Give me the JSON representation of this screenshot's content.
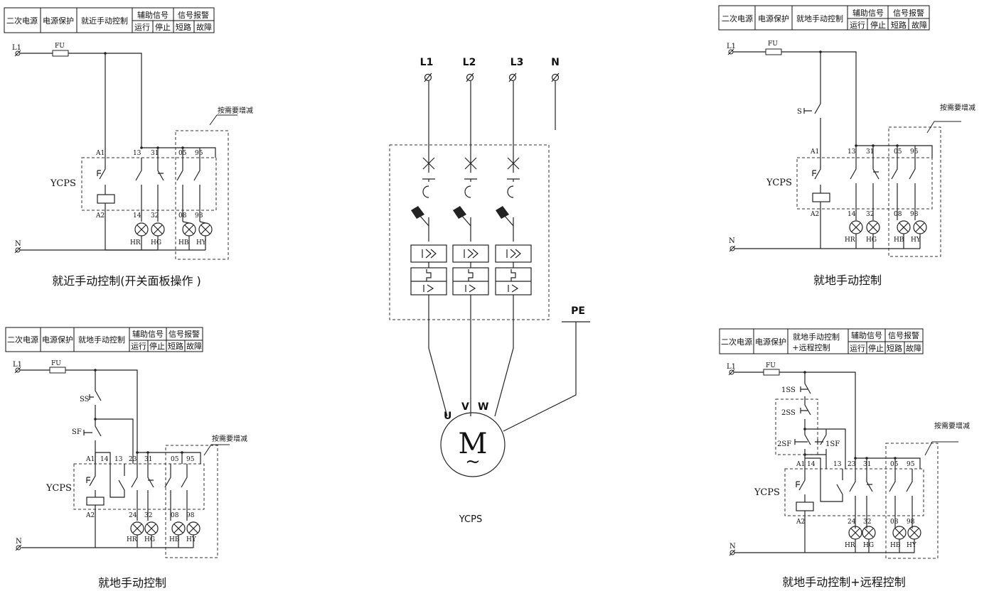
{
  "table_common": {
    "c1": "二次电源",
    "c2": "电源保护",
    "aux": "辅助信号",
    "run": "运行",
    "stop": "停止",
    "alarm": "信号报警",
    "short": "短路",
    "fault": "故障"
  },
  "panels": {
    "tl": {
      "ctrl": "就近手动控制",
      "caption": "就近手动控制(开关面板操作 )"
    },
    "tr": {
      "ctrl": "就地手动控制",
      "caption": "就地手动控制"
    },
    "bl": {
      "ctrl": "就地手动控制",
      "caption": "就地手动控制"
    },
    "br": {
      "ctrl1": "就地手动控制",
      "ctrl2": "+远程控制",
      "caption": "就地手动控制+远程控制"
    }
  },
  "labels": {
    "L1": "L1",
    "N": "N",
    "FU": "FU",
    "YCPS": "YCPS",
    "A1": "A1",
    "A2": "A2",
    "t13": "13",
    "t14": "14",
    "t23": "23",
    "t24": "24",
    "t31": "31",
    "t32": "32",
    "t05": "05",
    "t08": "08",
    "t95": "95",
    "t98": "98",
    "HR": "HR",
    "HG": "HG",
    "HB": "HB",
    "HY": "HY",
    "note": "按需要增减",
    "S": "S",
    "SS": "SS",
    "SF": "SF",
    "s1SS": "1SS",
    "s2SS": "2SS",
    "s2SF": "2SF",
    "s1SF": "1SF"
  },
  "main": {
    "L1": "L1",
    "L2": "L2",
    "L3": "L3",
    "N": "N",
    "PE": "PE",
    "U": "U",
    "V": "V",
    "W": "W",
    "M": "M",
    "tilde": "~",
    "caption": "YCPS"
  }
}
